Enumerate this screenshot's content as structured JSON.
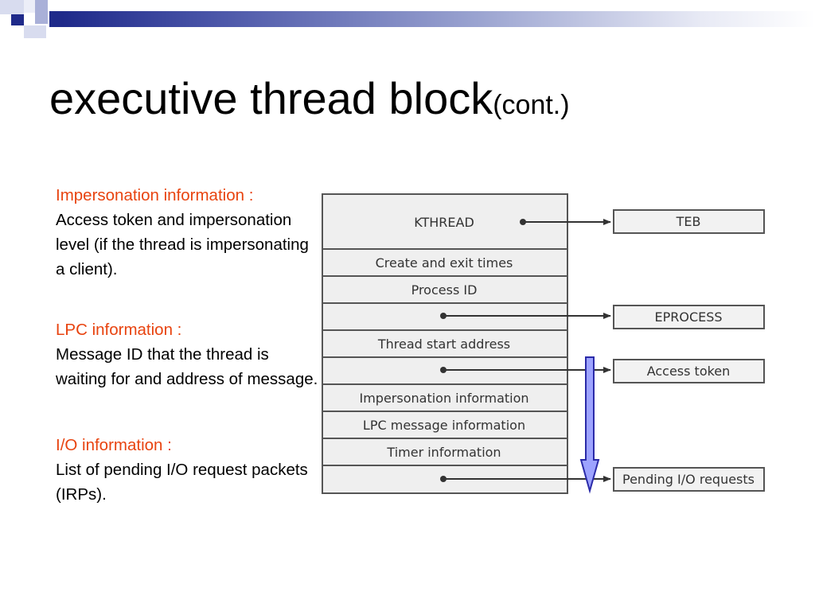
{
  "slide": {
    "title": "executive thread block",
    "title_suffix": "(cont.)"
  },
  "notes": [
    {
      "heading": "Impersonation information :",
      "body": "Access token and impersonation level (if the thread is impersonating a client)."
    },
    {
      "heading": "LPC information :",
      "body": "Message ID that the thread is waiting for and address of message."
    },
    {
      "heading": "I/O information :",
      "body": "List of pending I/O request packets (IRPs)."
    }
  ],
  "diagram": {
    "block_rows": [
      "KTHREAD",
      "Create and exit times",
      "Process ID",
      "",
      "Thread start address",
      "",
      "Impersonation information",
      "LPC message information",
      "Timer information",
      ""
    ],
    "targets": [
      "TEB",
      "EPROCESS",
      "Access token",
      "Pending I/O requests"
    ]
  },
  "colors": {
    "heading": "#e8430f",
    "arrow_fill": "#9da3ff",
    "arrow_stroke": "#2a2aa8",
    "block_fill": "#efefef"
  }
}
